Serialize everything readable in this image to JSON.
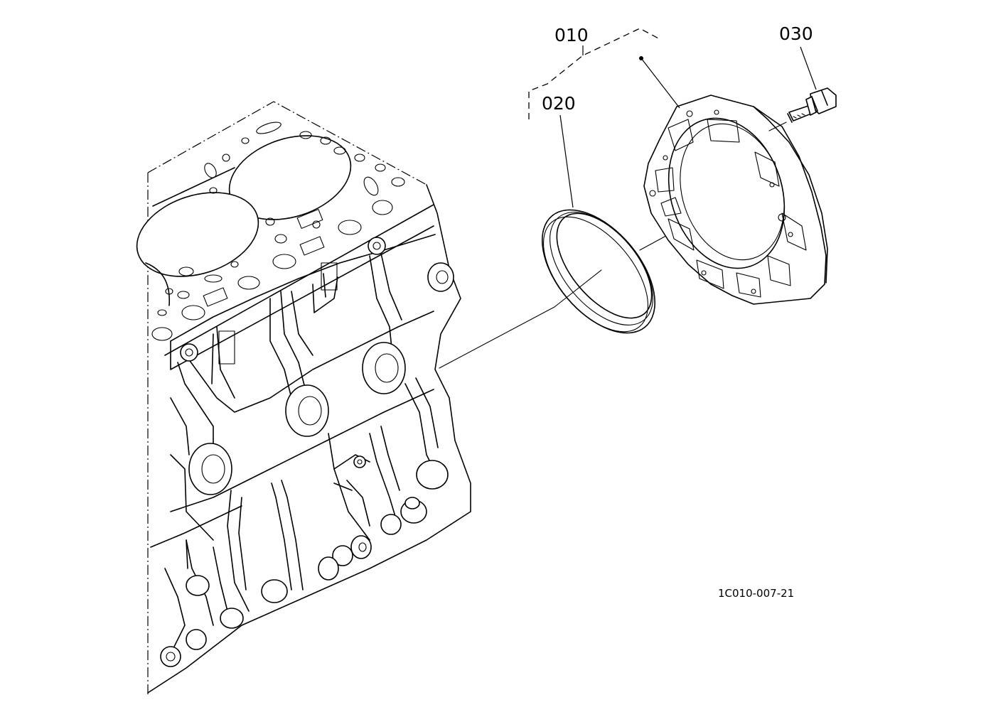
{
  "callouts": {
    "p010": "010",
    "p020": "020",
    "p030": "030"
  },
  "figure_ref": "1C010-007-21",
  "colors": {
    "line": "#000000",
    "background": "#ffffff"
  }
}
